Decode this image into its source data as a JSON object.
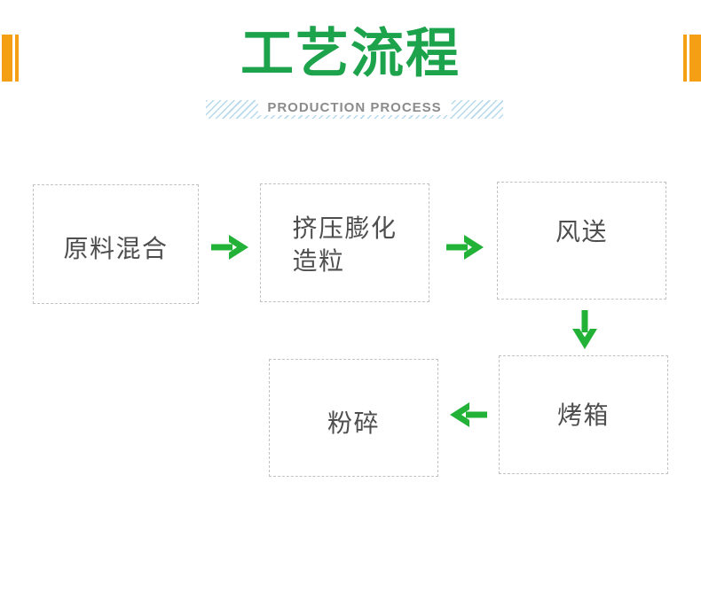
{
  "header": {
    "title": "工艺流程",
    "subtitle": "PRODUCTION PROCESS"
  },
  "colors": {
    "title_green": "#1CA34C",
    "arrow_green": "#22B238",
    "accent_orange": "#F5A014",
    "hatch_blue": "#B5D9EE",
    "subtitle_gray": "#8B8B8B",
    "box_border_gray": "#C1C1C1",
    "box_text_gray": "#4E4E4E"
  },
  "icons": {
    "arrow_right": "arrow-right-icon",
    "arrow_down": "arrow-down-icon",
    "arrow_left": "arrow-left-icon"
  },
  "flow": {
    "steps": [
      {
        "label": "原料混合"
      },
      {
        "label": "挤压膨化\n造粒"
      },
      {
        "label": "风送"
      },
      {
        "label": "烤箱"
      },
      {
        "label": "粉碎"
      }
    ],
    "arrows": [
      {
        "direction": "right",
        "from": "原料混合",
        "to": "挤压膨化造粒"
      },
      {
        "direction": "right",
        "from": "挤压膨化造粒",
        "to": "风送"
      },
      {
        "direction": "down",
        "from": "风送",
        "to": "烤箱"
      },
      {
        "direction": "left",
        "from": "烤箱",
        "to": "粉碎"
      }
    ]
  }
}
